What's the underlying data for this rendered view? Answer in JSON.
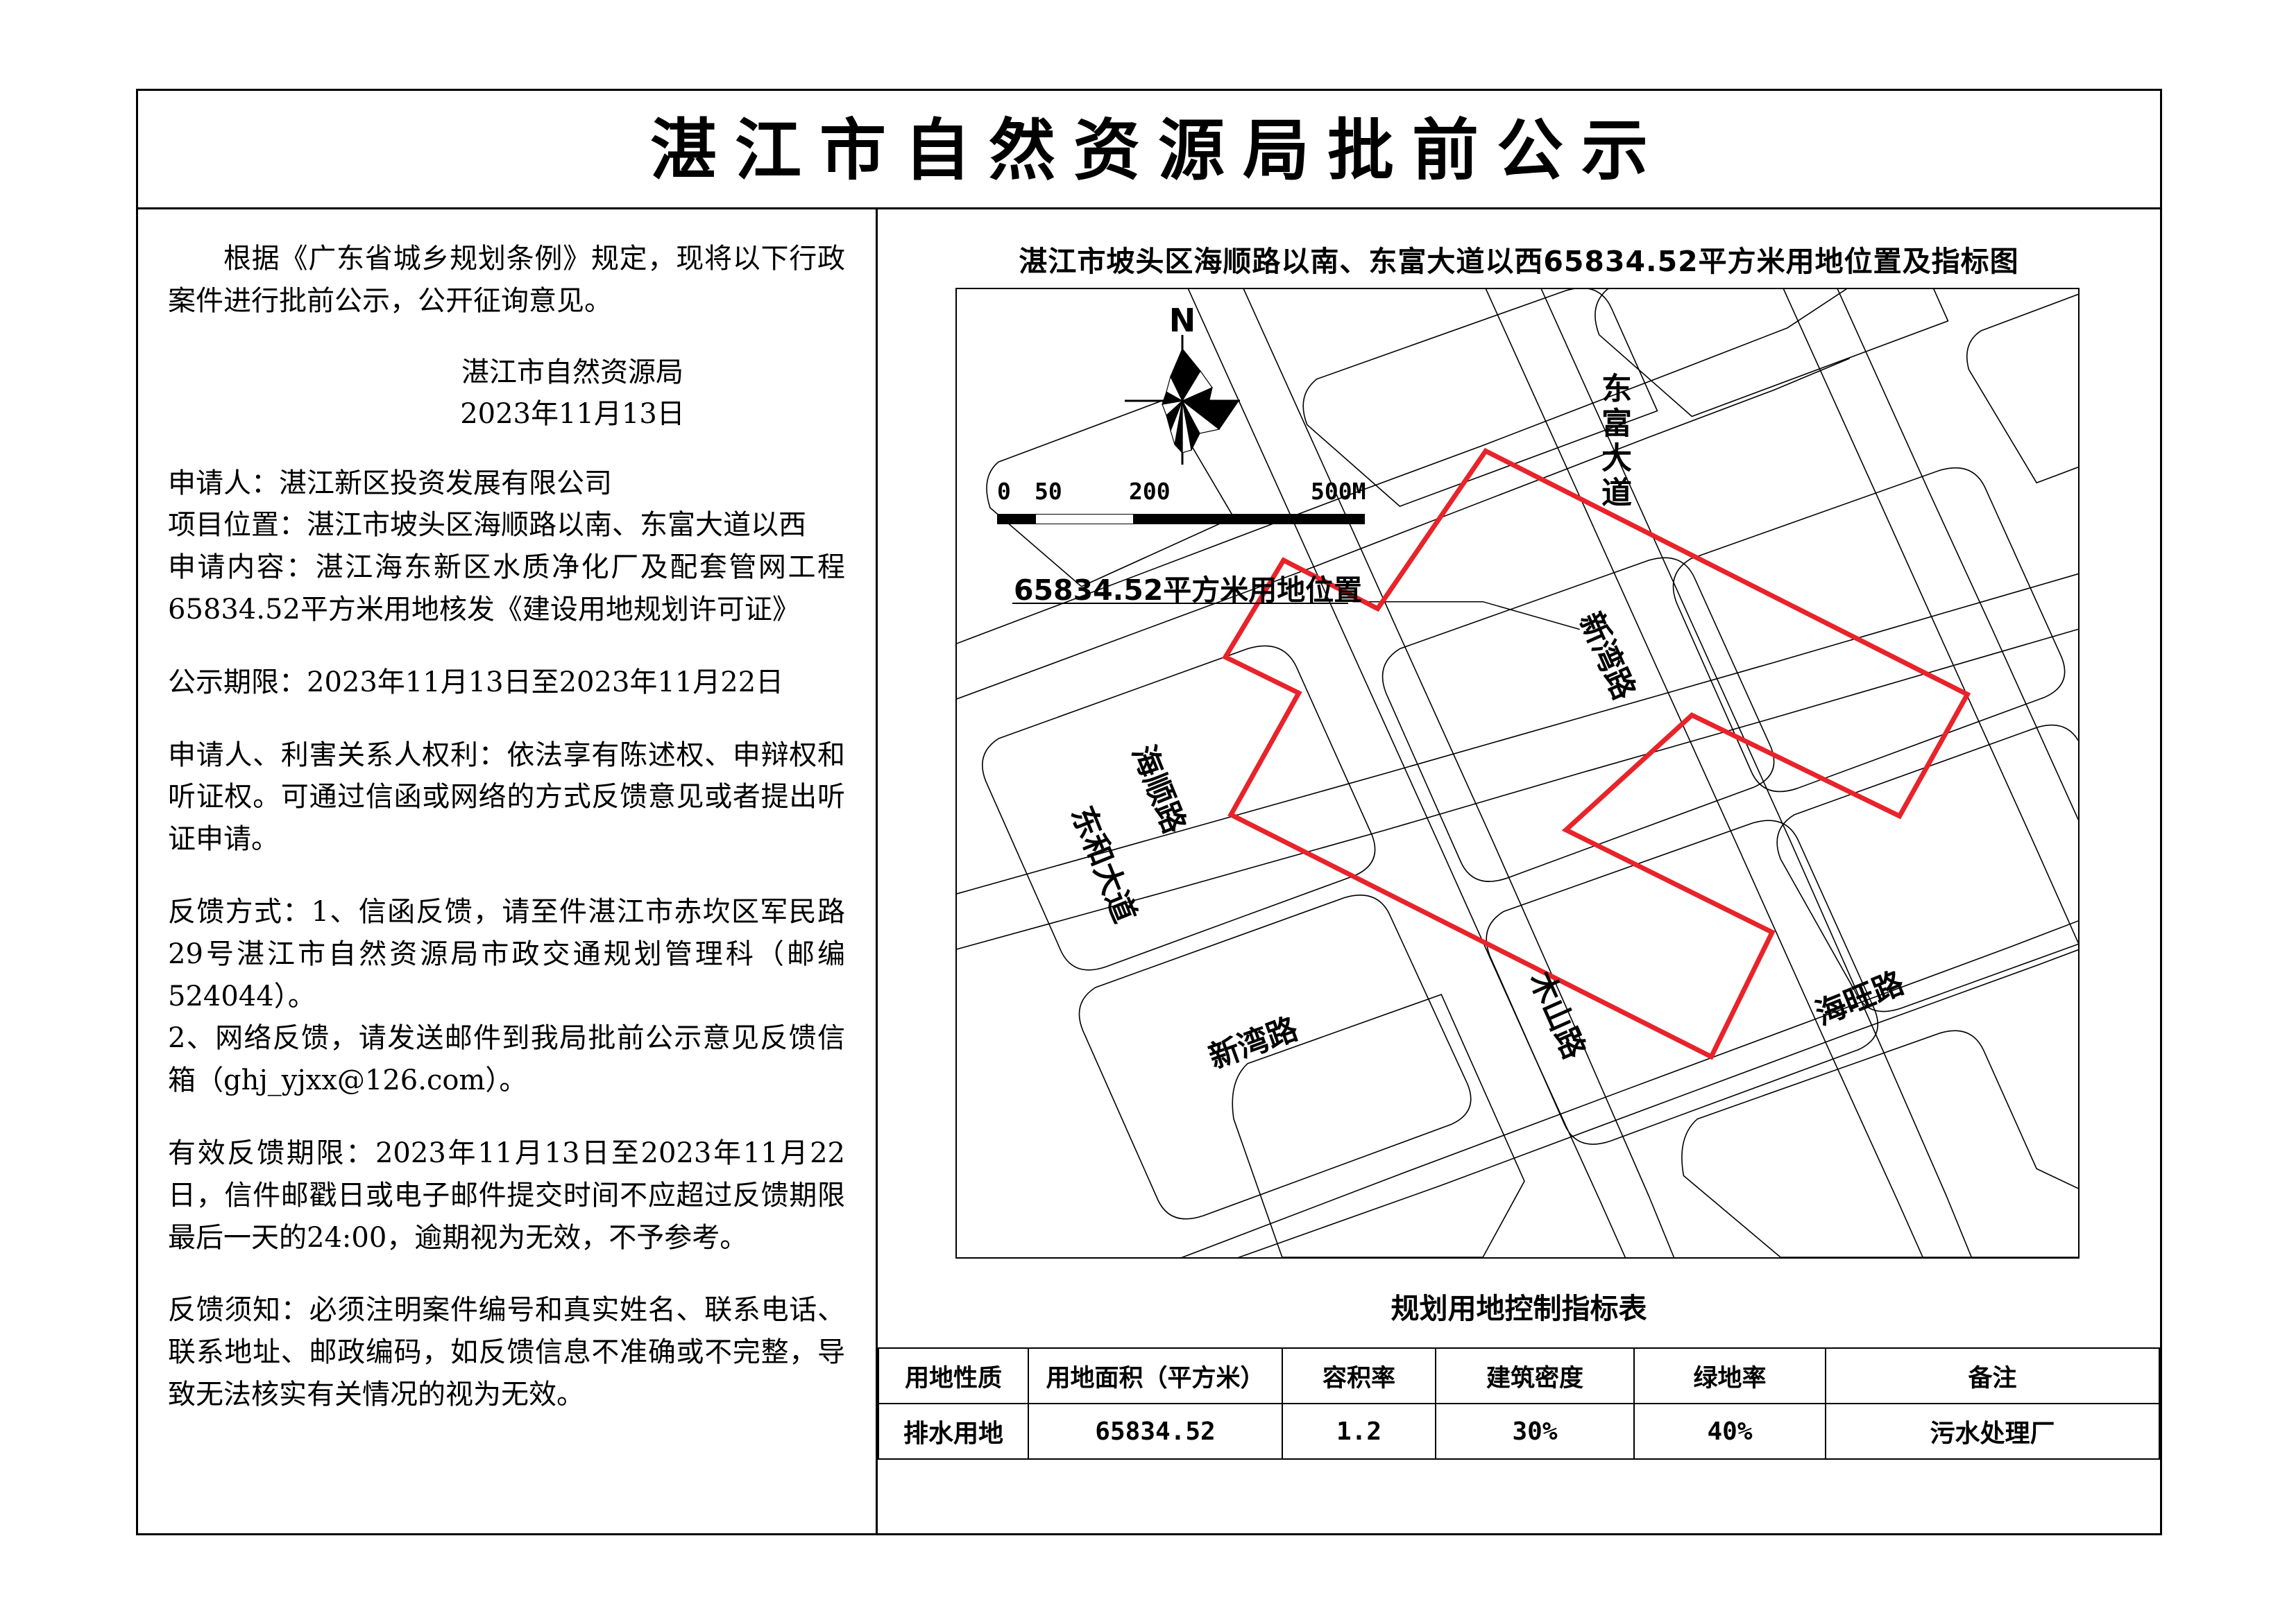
{
  "document": {
    "title": "湛江市自然资源局批前公示"
  },
  "notice": {
    "intro": "根据《广东省城乡规划条例》规定，现将以下行政案件进行批前公示，公开征询意见。",
    "issuer": "湛江市自然资源局",
    "issue_date": "2023年11月13日",
    "applicant_label": "申请人：",
    "applicant": "湛江新区投资发展有限公司",
    "location_label": "项目位置：",
    "location": "湛江市坡头区海顺路以南、东富大道以西",
    "content_label": "申请内容：",
    "content": "湛江海东新区水质净化厂及配套管网工程65834.52平方米用地核发《建设用地规划许可证》",
    "publicity_label": "公示期限：",
    "publicity_period": "2023年11月13日至2023年11月22日",
    "rights": "申请人、利害关系人权利：依法享有陈述权、申辩权和听证权。可通过信函或网络的方式反馈意见或者提出听证申请。",
    "feedback_line1": "反馈方式：1、信函反馈，请至件湛江市赤坎区军民路29号湛江市自然资源局市政交通规划管理科（邮编524044）。",
    "feedback_line2": "2、网络反馈，请发送邮件到我局批前公示意见反馈信箱（ghj_yjxx@126.com）。",
    "valid_period": "有效反馈期限：2023年11月13日至2023年11月22日，信件邮戳日或电子邮件提交时间不应超过反馈期限最后一天的24:00，逾期视为无效，不予参考。",
    "requirements": "反馈须知：必须注明案件编号和真实姓名、联系电话、联系地址、邮政编码，如反馈信息不准确或不完整，导致无法核实有关情况的视为无效。"
  },
  "map": {
    "title": "湛江市坡头区海顺路以南、东富大道以西65834.52平方米用地位置及指标图",
    "north_label": "N",
    "parcel_callout": "65834.52平方米用地位置",
    "parcel_outline_color": "#e8232a",
    "scale": {
      "ticks": [
        "0",
        "50",
        "200",
        "500M"
      ],
      "unit": "M"
    },
    "road_labels": [
      {
        "text": "海顺路",
        "orientation": "diagonal"
      },
      {
        "text": "东富大道",
        "orientation": "vertical"
      },
      {
        "text": "新湾路",
        "orientation": "diagonal"
      },
      {
        "text": "新湾路",
        "orientation": "diagonal"
      },
      {
        "text": "东和大道",
        "orientation": "diagonal"
      },
      {
        "text": "木山路",
        "orientation": "diagonal"
      },
      {
        "text": "海旺路",
        "orientation": "diagonal"
      }
    ]
  },
  "indicator_table": {
    "title": "规划用地控制指标表",
    "headers": [
      "用地性质",
      "用地面积（平方米）",
      "容积率",
      "建筑密度",
      "绿地率",
      "备注"
    ],
    "rows": [
      [
        "排水用地",
        "65834.52",
        "1.2",
        "30%",
        "40%",
        "污水处理厂"
      ]
    ]
  }
}
